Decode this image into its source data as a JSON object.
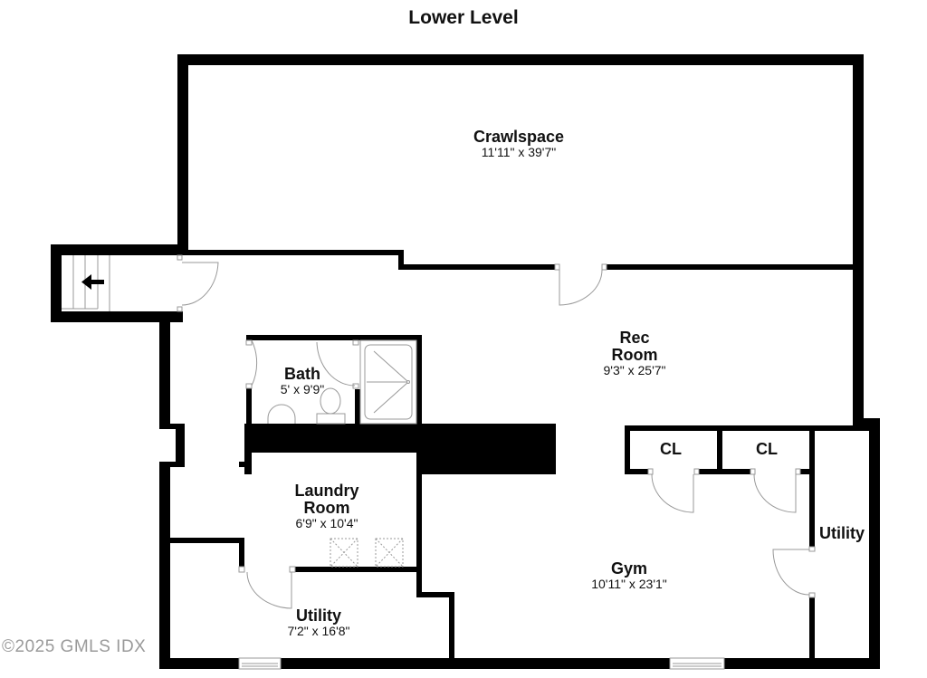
{
  "title": "Lower Level",
  "rooms": {
    "crawlspace": {
      "name": "Crawlspace",
      "dim": "11'11\" x 39'7\""
    },
    "rec_room": {
      "name_line1": "Rec",
      "name_line2": "Room",
      "dim": "9'3\" x 25'7\""
    },
    "bath": {
      "name": "Bath",
      "dim": "5' x 9'9\""
    },
    "laundry": {
      "name_line1": "Laundry",
      "name_line2": "Room",
      "dim": "6'9\" x 10'4\""
    },
    "utility_left": {
      "name": "Utility",
      "dim": "7'2\" x 16'8\""
    },
    "gym": {
      "name": "Gym",
      "dim": "10'11\" x 23'1\""
    },
    "closet_1": {
      "name": "CL"
    },
    "closet_2": {
      "name": "CL"
    },
    "utility_right": {
      "name": "Utility"
    }
  },
  "icons": {
    "stairs_arrow": "left-arrow"
  },
  "colors": {
    "wall": "#000000",
    "fixture_line": "#999999",
    "background": "#ffffff"
  },
  "watermark": "©2025 GMLS IDX"
}
